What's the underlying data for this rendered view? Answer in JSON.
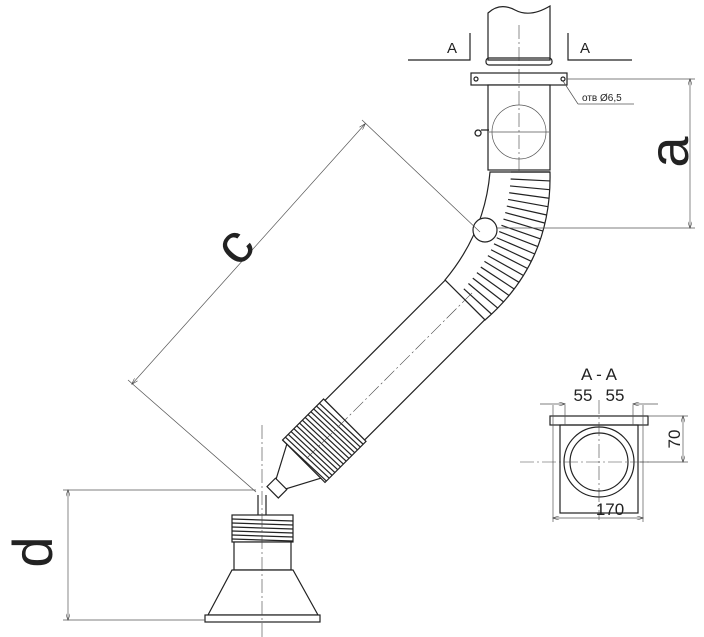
{
  "section_marks": {
    "left": "A",
    "right": "A"
  },
  "hole_note": "отв Ø6,5",
  "dimensions": {
    "a": "a",
    "c": "c",
    "d": "d"
  },
  "section_view": {
    "title": "A - A",
    "dim_left": "55",
    "dim_right": "55",
    "dim_height": "70",
    "dim_width": "170"
  },
  "colors": {
    "line": "#222222",
    "background": "#ffffff"
  }
}
